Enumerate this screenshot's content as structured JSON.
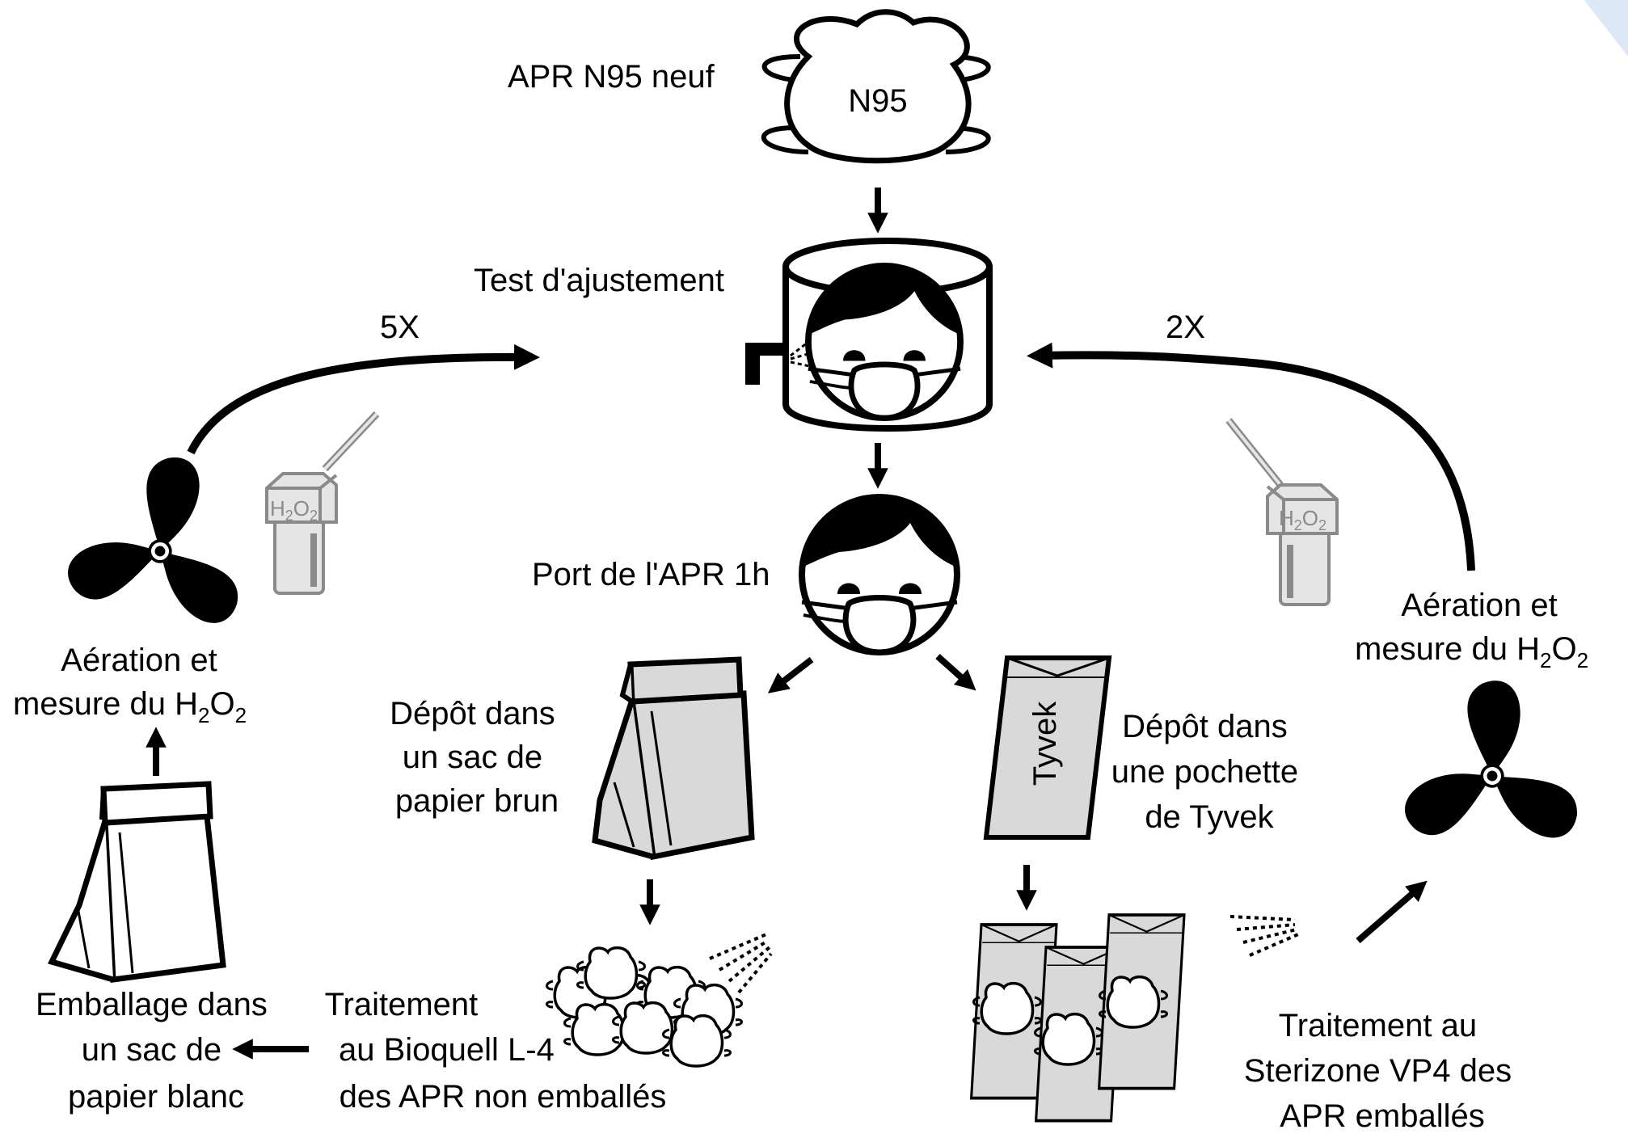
{
  "labels": {
    "new_respirator": "APR N95 neuf",
    "mask_print": "N95",
    "fit_test": "Test d'ajustement",
    "wear": "Port de l'APR 1h",
    "brown_bag": [
      "Dépôt dans",
      "un sac de",
      "papier brun"
    ],
    "tyvek_pouch": [
      "Dépôt dans",
      "une pochette",
      "de Tyvek"
    ],
    "tyvek_print": "Tyvek",
    "bioquell": [
      "Traitement",
      "au Bioquell L-4",
      "des APR non emballés"
    ],
    "white_bag": [
      "Emballage dans",
      "un sac de",
      "papier blanc"
    ],
    "sterizone": [
      "Traitement au",
      "Sterizone VP4 des",
      "APR emballés"
    ],
    "aeration_line1": "Aération et",
    "aeration_line2_prefix": "mesure du H",
    "aeration_sub_a": "2",
    "aeration_mid": "O",
    "aeration_sub_b": "2",
    "loop_left": "5X",
    "loop_right": "2X",
    "h2o2_h": "H",
    "h2o2_sub1": "2",
    "h2o2_o": "O",
    "h2o2_sub2": "2"
  },
  "colors": {
    "stroke": "#000000",
    "bag_fill": "#d9d9d9",
    "sensor_fill": "#e5e5e5",
    "sensor_stroke": "#8a8a8a",
    "accent": "#dde8f6"
  },
  "icons": [
    "n95-mask-icon",
    "fit-test-chamber-icon",
    "person-mask-icon",
    "brown-bag-icon",
    "tyvek-pouch-icon",
    "mask-pile-icon",
    "tyvek-pouches-icon",
    "white-bag-icon",
    "fan-icon",
    "h2o2-sensor-icon",
    "spray-icon"
  ]
}
